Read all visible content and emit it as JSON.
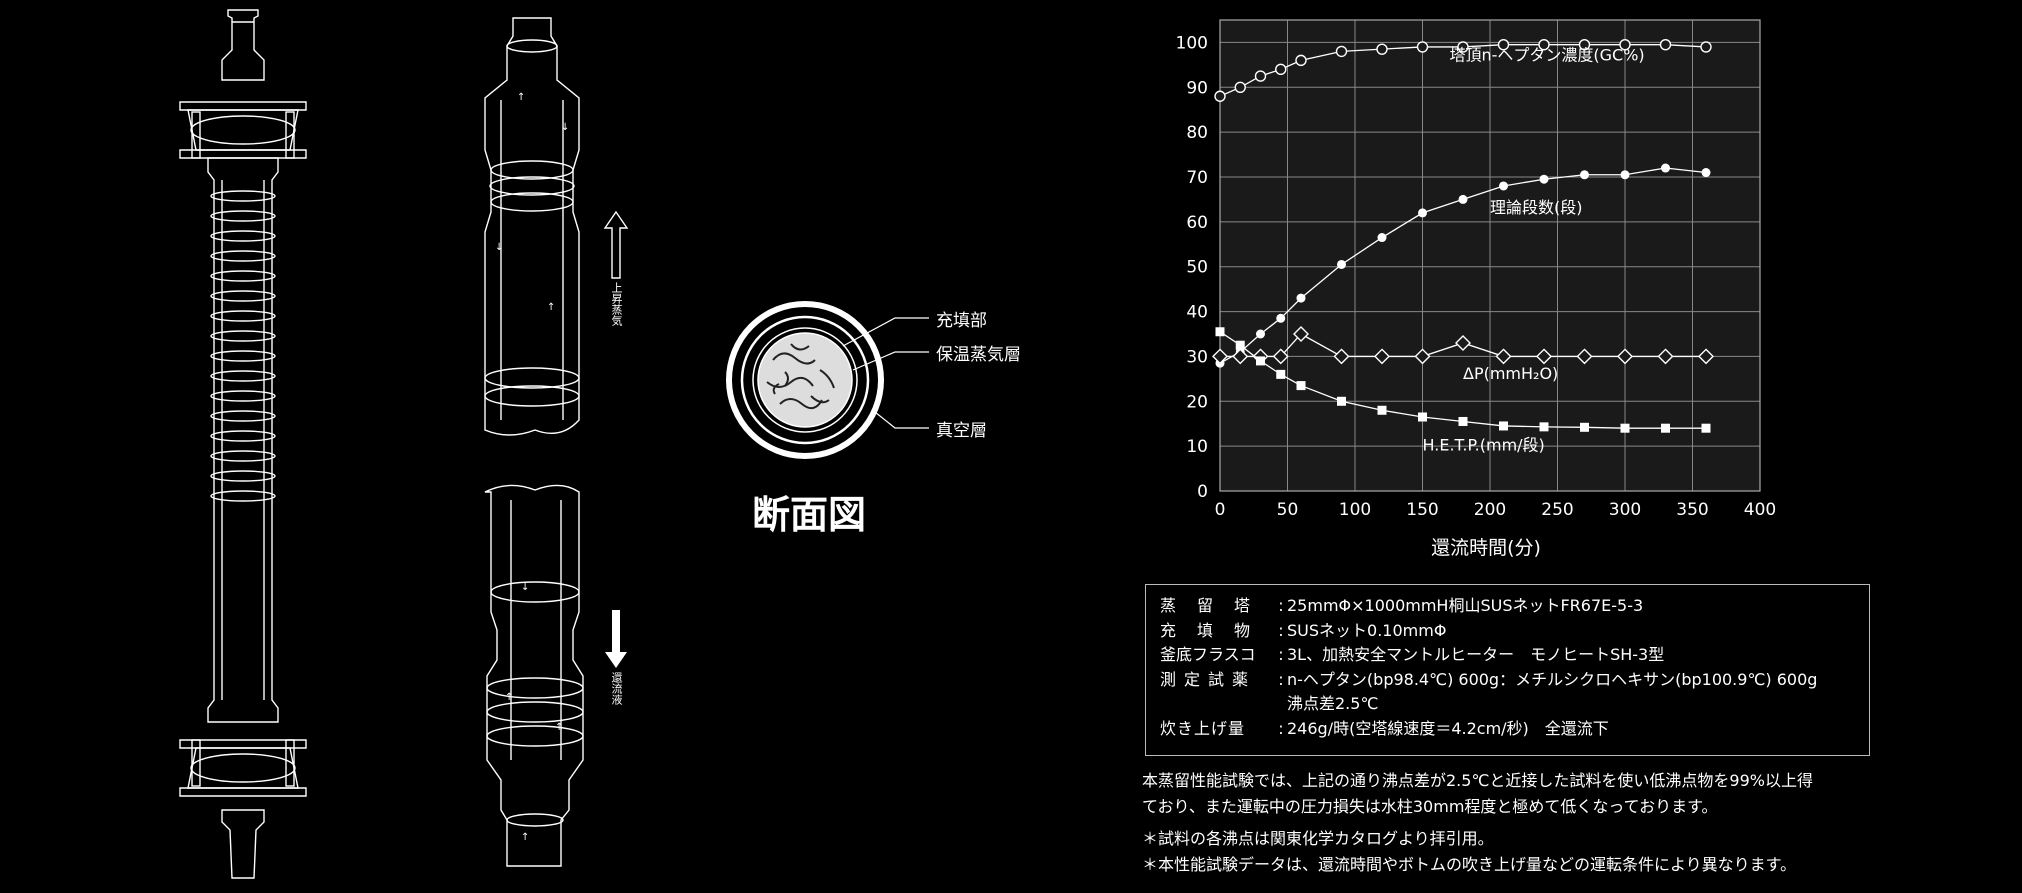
{
  "cross_section": {
    "title": "断面図",
    "labels": [
      "充填部",
      "保温蒸気層",
      "真空層"
    ]
  },
  "flow_labels": {
    "up": "上昇蒸気",
    "down": "還流液"
  },
  "chart_data": {
    "type": "line",
    "xlabel": "還流時間(分)",
    "ylabel": "",
    "xlim": [
      0,
      400
    ],
    "ylim": [
      0,
      105
    ],
    "xticks": [
      0,
      50,
      100,
      150,
      200,
      250,
      300,
      350,
      400
    ],
    "yticks": [
      0,
      10,
      20,
      30,
      40,
      50,
      60,
      70,
      80,
      90,
      100
    ],
    "grid": true,
    "series": [
      {
        "name": "塔頂n-ヘプタン濃度(GC%)",
        "marker": "open-circle",
        "x": [
          0,
          15,
          30,
          45,
          60,
          90,
          120,
          150,
          180,
          210,
          240,
          270,
          300,
          330,
          360
        ],
        "y": [
          88,
          90,
          92.5,
          94,
          96,
          98,
          98.5,
          99,
          99,
          99.5,
          99.5,
          99.5,
          99.5,
          99.5,
          99
        ]
      },
      {
        "name": "理論段数(段)",
        "marker": "filled-circle",
        "x": [
          0,
          15,
          30,
          45,
          60,
          90,
          120,
          150,
          180,
          210,
          240,
          270,
          300,
          330,
          360
        ],
        "y": [
          28.5,
          31,
          35,
          38.5,
          43,
          50.5,
          56.5,
          62,
          65,
          68,
          69.5,
          70.5,
          70.5,
          72,
          71
        ]
      },
      {
        "name": "ΔP(mmH₂O)",
        "marker": "open-diamond",
        "x": [
          0,
          15,
          30,
          45,
          60,
          90,
          120,
          150,
          180,
          210,
          240,
          270,
          300,
          330,
          360
        ],
        "y": [
          30,
          30,
          30,
          30,
          35,
          30,
          30,
          30,
          33,
          30,
          30,
          30,
          30,
          30,
          30
        ]
      },
      {
        "name": "H.E.T.P.(mm/段)",
        "marker": "filled-square",
        "x": [
          0,
          15,
          30,
          45,
          60,
          90,
          120,
          150,
          180,
          210,
          240,
          270,
          300,
          330,
          360
        ],
        "y": [
          35.5,
          32.5,
          29,
          26,
          23.5,
          20,
          18,
          16.5,
          15.5,
          14.5,
          14.3,
          14.2,
          14,
          14,
          14
        ]
      }
    ]
  },
  "spec": {
    "rows": [
      {
        "key": "蒸留塔",
        "value": "25mmΦ×1000mmH桐山SUSネットFR67E-5-3"
      },
      {
        "key": "充填物",
        "value": "SUSネット0.10mmΦ"
      },
      {
        "key": "釜底フラスコ",
        "value": "3L、加熱安全マントルヒーター　モノヒートSH-3型"
      },
      {
        "key": "測定試薬",
        "value": "n-ヘプタン(bp98.4℃) 600g：メチルシクロヘキサン(bp100.9℃) 600g"
      },
      {
        "key": "",
        "value": "沸点差2.5℃"
      },
      {
        "key": "炊き上げ量",
        "value": "246g/時(空塔線速度＝4.2cm/秒)　全還流下"
      }
    ]
  },
  "notes": {
    "para1": "本蒸留性能試験では、上記の通り沸点差が2.5℃と近接した試料を使い低沸点物を99%以上得",
    "para2": "ており、また運転中の圧力損失は水柱30mm程度と極めて低くなっております。",
    "note1": "＊試料の各沸点は関東化学カタログより拝引用。",
    "note2": "＊本性能試験データは、還流時間やボトムの吹き上げ量などの運転条件により異なります。"
  }
}
